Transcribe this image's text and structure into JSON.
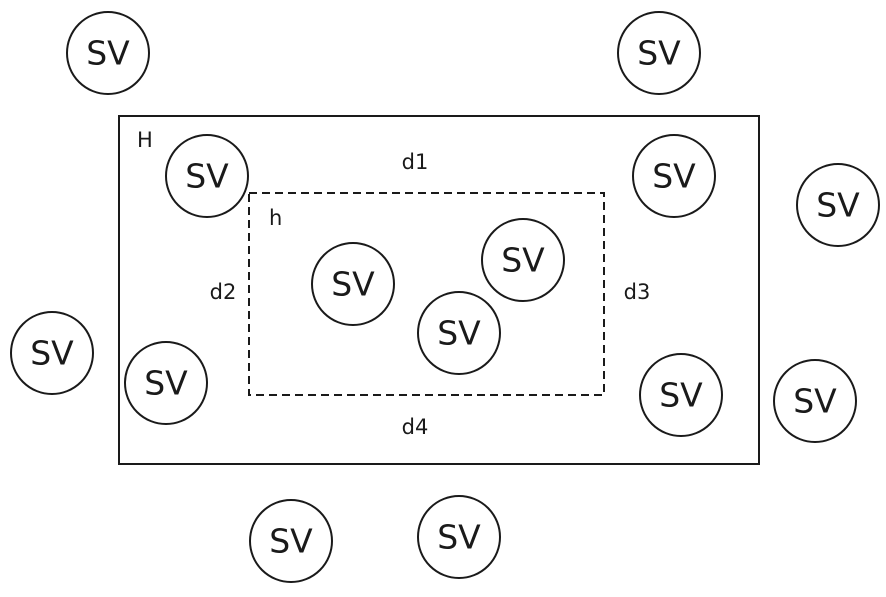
{
  "labels": {
    "outer_zone": "H",
    "inner_zone": "h",
    "d1": "d1",
    "d2": "d2",
    "d3": "d3",
    "d4": "d4"
  },
  "nodes": [
    {
      "label": "SV",
      "zone": "outside"
    },
    {
      "label": "SV",
      "zone": "outside"
    },
    {
      "label": "SV",
      "zone": "H"
    },
    {
      "label": "SV",
      "zone": "H"
    },
    {
      "label": "SV",
      "zone": "outside"
    },
    {
      "label": "SV",
      "zone": "h"
    },
    {
      "label": "SV",
      "zone": "h"
    },
    {
      "label": "SV",
      "zone": "h"
    },
    {
      "label": "SV",
      "zone": "outside"
    },
    {
      "label": "SV",
      "zone": "H"
    },
    {
      "label": "SV",
      "zone": "H"
    },
    {
      "label": "SV",
      "zone": "outside"
    },
    {
      "label": "SV",
      "zone": "outside"
    },
    {
      "label": "SV",
      "zone": "outside"
    }
  ],
  "colors": {
    "stroke": "#1a1a1a",
    "background": "#ffffff"
  }
}
